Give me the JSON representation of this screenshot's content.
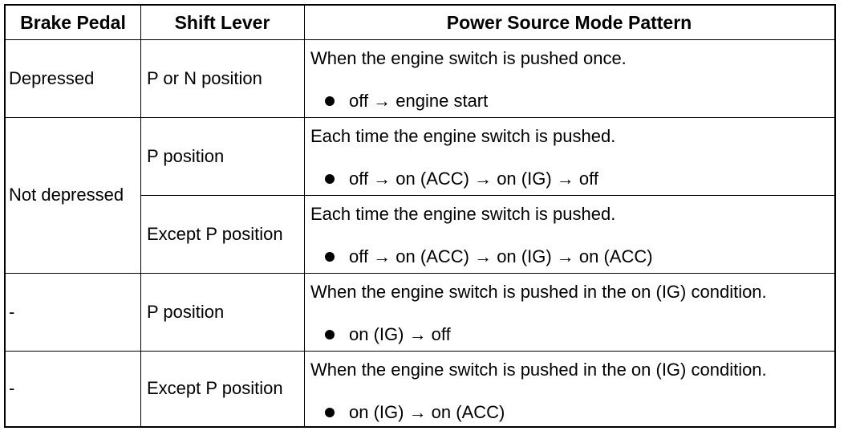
{
  "table": {
    "headers": [
      "Brake Pedal",
      "Shift Lever",
      "Power Source Mode Pattern"
    ],
    "rows": [
      {
        "brake": "Depressed",
        "shift": "P or N position",
        "pattern_text": "When the engine switch is pushed once.",
        "pattern_bullet": "off → engine start"
      },
      {
        "brake": "Not depressed",
        "shift": "P position",
        "pattern_text": "Each time the engine switch is pushed.",
        "pattern_bullet": "off → on (ACC) → on (IG) → off"
      },
      {
        "brake": "",
        "shift": "Except P position",
        "pattern_text": "Each time the engine switch is pushed.",
        "pattern_bullet": "off → on (ACC) → on (IG) → on (ACC)"
      },
      {
        "brake": "-",
        "shift": "P position",
        "pattern_text": "When the engine switch is pushed in the on (IG) condition.",
        "pattern_bullet": "on (IG) → off"
      },
      {
        "brake": "-",
        "shift": "Except P position",
        "pattern_text": "When the engine switch is pushed in the on (IG) condition.",
        "pattern_bullet": "on (IG) → on (ACC)"
      }
    ]
  }
}
